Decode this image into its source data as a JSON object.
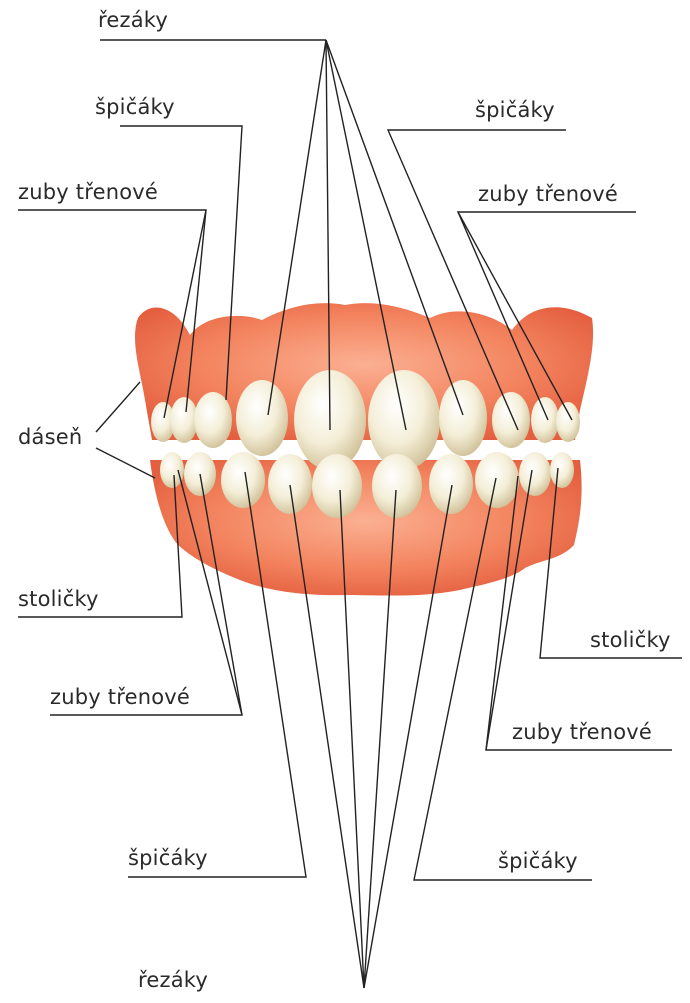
{
  "labels": {
    "top_rezaky": "řezáky",
    "left_spicaky_top": "špičáky",
    "right_spicaky_top": "špičáky",
    "left_zuby_trenove_top": "zuby třenové",
    "right_zuby_trenove_top": "zuby třenové",
    "dasen": "dáseň",
    "left_stolicky": "stoličky",
    "right_stolicky": "stoličky",
    "left_zuby_trenove_bottom": "zuby třenové",
    "right_zuby_trenove_bottom": "zuby třenové",
    "left_spicaky_bottom": "špičáky",
    "right_spicaky_bottom": "špičáky",
    "bottom_rezaky": "řezáky"
  },
  "colors": {
    "gum": "#f2805c",
    "gum_dark": "#e0583a",
    "gum_light": "#fbb49a",
    "tooth": "#f3ecd4",
    "tooth_shadow": "#d6c79e",
    "leader": "#222222"
  }
}
